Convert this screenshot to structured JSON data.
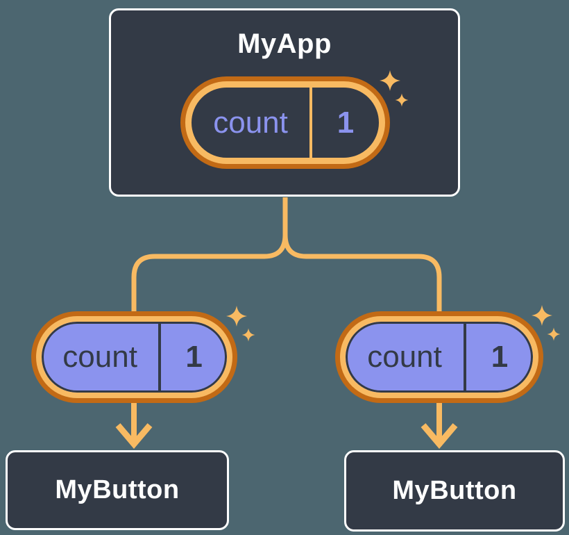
{
  "colors": {
    "background": "#4C6670",
    "node_fill": "#333A46",
    "node_border": "#FFFFFF",
    "pill_ring_light": "#F8BA62",
    "pill_ring_dark": "#C26A15",
    "prop_fill": "#8B93EE",
    "state_text": "#8B93EE",
    "prop_text": "#333A46",
    "connector": "#F8BA62",
    "title_text": "#FFFFFF"
  },
  "tree": {
    "root": {
      "title": "MyApp",
      "state_pill": {
        "name": "count",
        "value": "1"
      }
    },
    "children": [
      {
        "title": "MyButton",
        "prop_pill": {
          "name": "count",
          "value": "1"
        }
      },
      {
        "title": "MyButton",
        "prop_pill": {
          "name": "count",
          "value": "1"
        }
      }
    ]
  },
  "icons": {
    "sparkle": "four-point-star",
    "arrow": "arrow-down"
  }
}
